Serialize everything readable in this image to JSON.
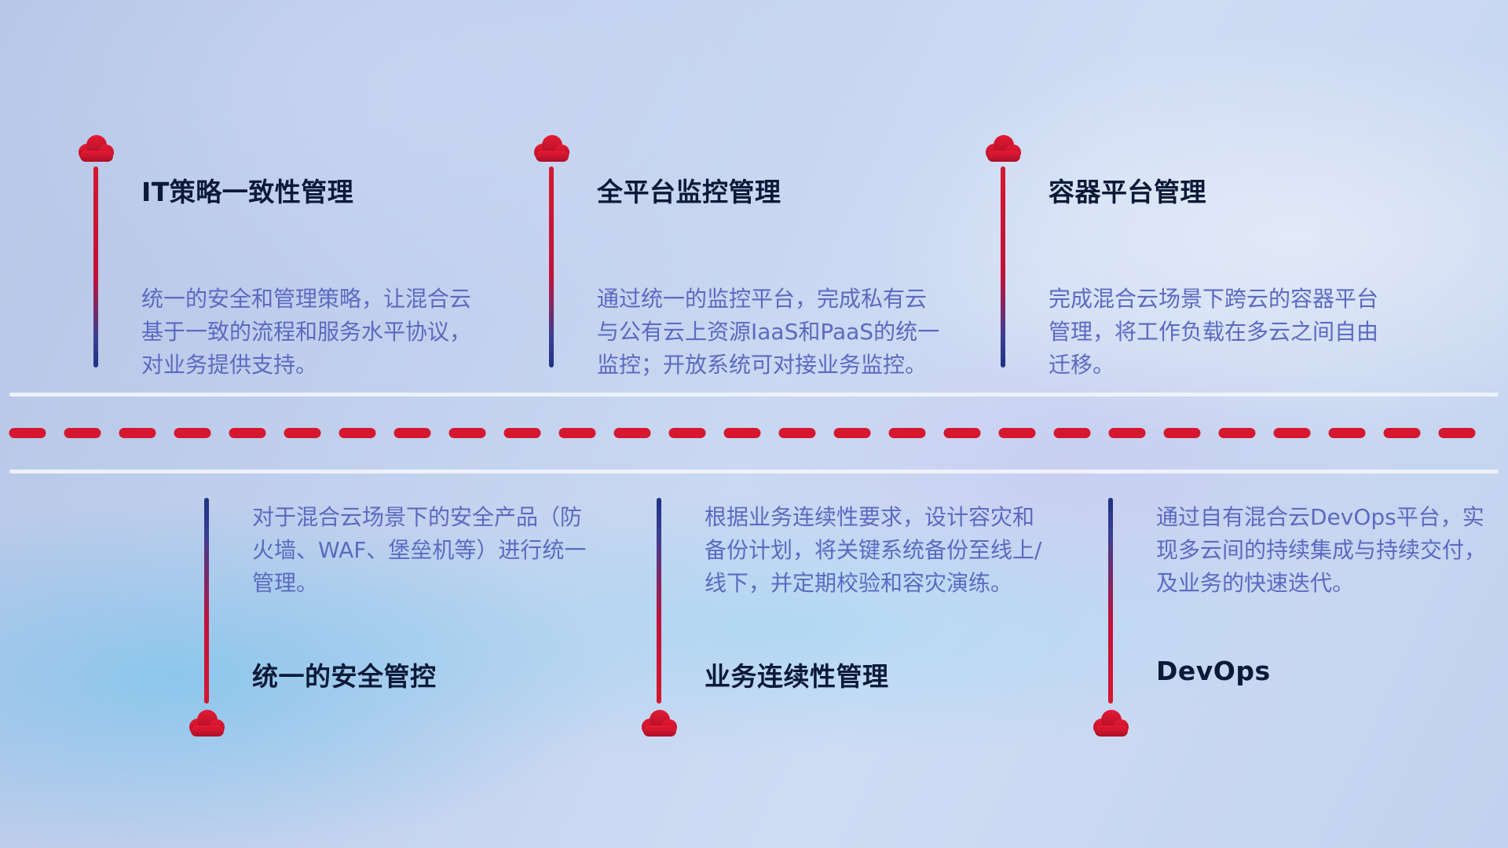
{
  "features_top": [
    {
      "title": "IT策略一致性管理",
      "desc": "统一的安全和管理策略，让混合云基于一致的流程和服务水平协议，对业务提供支持。"
    },
    {
      "title": "全平台监控管理",
      "desc": "通过统一的监控平台，完成私有云与公有云上资源IaaS和PaaS的统一监控；开放系统可对接业务监控。"
    },
    {
      "title": "容器平台管理",
      "desc": "完成混合云场景下跨云的容器平台管理，将工作负载在多云之间自由迁移。"
    }
  ],
  "features_bottom": [
    {
      "title": "统一的安全管控",
      "desc": "对于混合云场景下的安全产品（防火墙、WAF、堡垒机等）进行统一管理。"
    },
    {
      "title": "业务连续性管理",
      "desc": "根据业务连续性要求，设计容灾和备份计划，将关键系统备份至线上/线下，并定期校验和容灾演练。"
    },
    {
      "title": "DevOps",
      "desc": "通过自有混合云DevOps平台，实现多云间的持续集成与持续交付，及业务的快速迭代。"
    }
  ],
  "icons": {
    "marker": "cloud-icon"
  },
  "colors": {
    "accent-red": "#d5182f",
    "line-blue": "#1f3285",
    "title-text": "#0c1a38",
    "desc-text": "#5b6ac1",
    "track-line": "#f2f6fd"
  }
}
